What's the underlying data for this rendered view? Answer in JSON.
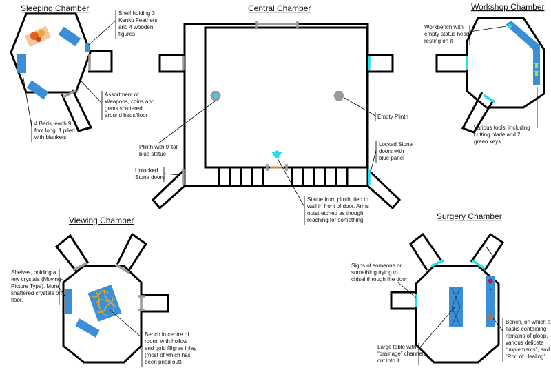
{
  "titles": {
    "sleeping": "Sleeping Chamber",
    "central": "Central Chamber",
    "workshop": "Workshop Chamber",
    "viewing": "Viewing Chamber",
    "surgery": "Surgery Chamber"
  },
  "notes": {
    "shelf_kenku": [
      "Shelf holding 3",
      "Kenku Feathers",
      "and 4 wooden",
      "figures"
    ],
    "weapons": [
      "Assortment of",
      "Weapons, coins and",
      "gems scattered",
      "around beds/floor"
    ],
    "beds": [
      "4 Beds, each 9",
      "foot long. 1 piled",
      "with blankets"
    ],
    "workbench": [
      "Workbench with",
      "empty status head",
      "resting on it"
    ],
    "tools": [
      "Various tools, including",
      "cutting blade and 2",
      "green keys"
    ],
    "empty_plinth": [
      "Empty Plinth"
    ],
    "plinth_statue": [
      "Plinth with 9' tall",
      "blue statue"
    ],
    "unlocked_doors": [
      "Unlocked",
      "Stone doors"
    ],
    "locked_doors": [
      "Locked Stone",
      "doors with",
      "blue panel"
    ],
    "statue_from_plinth": [
      "Statue from plinth, tied to",
      "wall in front of door. Arms",
      "outstretched as though",
      "reaching for something"
    ],
    "shelves_crystals": [
      "Shelves, holding a",
      "few crystals (Moving-",
      "Picture Type). More",
      "shattered crystals on",
      "floor."
    ],
    "bench_centre": [
      "Bench in centre of",
      "room, with hollow",
      "and gold filigree inlay",
      "(most of which has",
      "been pried out)"
    ],
    "chisel": [
      "Signs of someone or",
      "something trying to",
      "chisel through the door"
    ],
    "large_table": [
      "Large table with",
      "“drainage” channels",
      "cut into it"
    ],
    "bench_flasks": [
      "Bench, on which are",
      "flasks containing",
      "remains of gloop,",
      "various delicate",
      "“implements”, and",
      "“Rod of Healing”"
    ]
  },
  "colors": {
    "wall": "#000000",
    "unlocked_door": "#9a9a9a",
    "locked_door": "#22e0ee",
    "furniture": "#3b8fd6",
    "filigree": "#e6a818",
    "plinth": "#9a9a9a",
    "statue": "#22e0ee",
    "rope": "#c8883a",
    "flask_red": "#b0202a",
    "flask_orange": "#d06a24",
    "green_key": "#a8e04a"
  },
  "icons": [
    "figures-pile",
    "hex-plinth",
    "statue-figure",
    "green-key",
    "flask"
  ]
}
